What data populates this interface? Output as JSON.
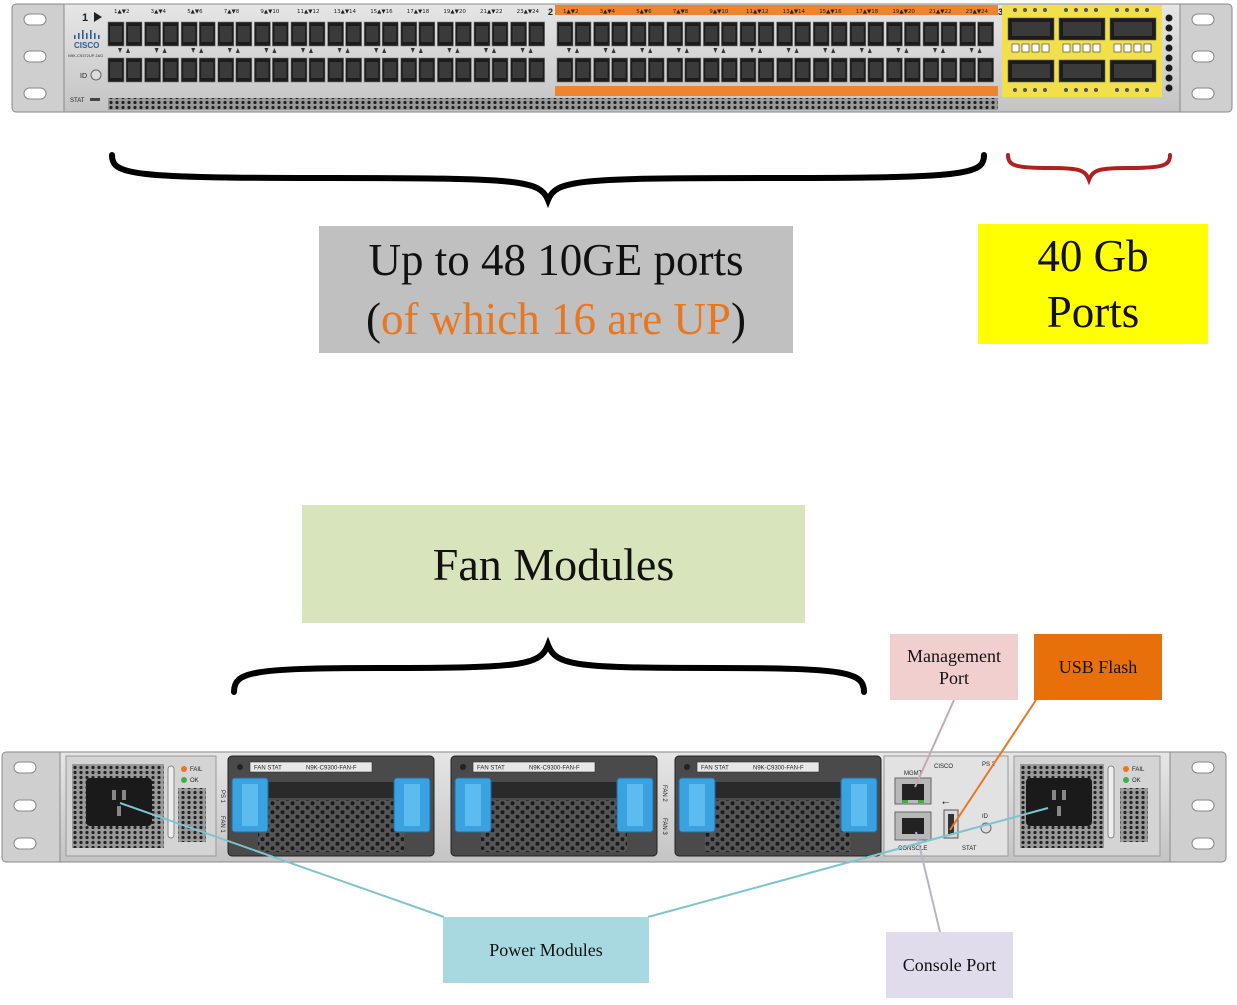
{
  "front_panel": {
    "port_group_1_number": "1",
    "port_group_2_number": "2",
    "port_group_3_number": "3",
    "port_pair_labels": [
      "1▲▼2",
      "3▲▼4",
      "5▲▼6",
      "7▲▼8",
      "9▲▼10",
      "11▲▼12",
      "13▲▼14",
      "15▲▼16",
      "17▲▼18",
      "19▲▼20",
      "21▲▼22",
      "23▲▼24"
    ],
    "brand": "CISCO",
    "model": "N9K-C9372UP-16G",
    "id_label": "ID",
    "stat_label": "STAT"
  },
  "labels": {
    "ports_10ge": {
      "line1": "Up to 48 10GE ports",
      "line2_open": "(",
      "line2_highlight": "of which 16 are UP",
      "line2_close": ")"
    },
    "ports_40g": {
      "line1": "40 Gb",
      "line2": "Ports"
    },
    "fan_modules": "Fan Modules",
    "management_port": {
      "line1": "Management",
      "line2": "Port"
    },
    "usb_flash": "USB Flash",
    "power_modules": "Power Modules",
    "console_port": "Console Port"
  },
  "rear_panel": {
    "fan_stat": "FAN  STAT",
    "fan_model": "N9K-C9300-FAN-F",
    "fan_slots": [
      "FAN 1",
      "FAN 2",
      "FAN 3"
    ],
    "ps_slots": [
      "PS 1",
      "PS 2"
    ],
    "fail_label": "FAIL",
    "ok_label": "OK",
    "brand": "CISCO",
    "mgmt_label": "MGMT",
    "console_label": "CONSOLE",
    "id_label": "ID",
    "stat_label": "STAT"
  },
  "colors": {
    "label_10ge_bg": "#c0c0c0",
    "highlight_text": "#e87722",
    "label_40g_bg": "#ffff00",
    "fan_modules_bg": "#d8e4bc",
    "management_bg": "#f2cfcf",
    "usb_bg": "#e8700a",
    "power_bg": "#a8d8e0",
    "console_bg": "#e0dcec",
    "uplink_accent": "#f0842c",
    "qsfp_accent": "#f2e04a",
    "fan_handle": "#3aa2e0",
    "brace_40g": "#b02020",
    "leader_power": "#7ec4cf",
    "leader_usb": "#e87722",
    "leader_mgmt": "#c8a8b0",
    "leader_console": "#b8b4c8"
  }
}
